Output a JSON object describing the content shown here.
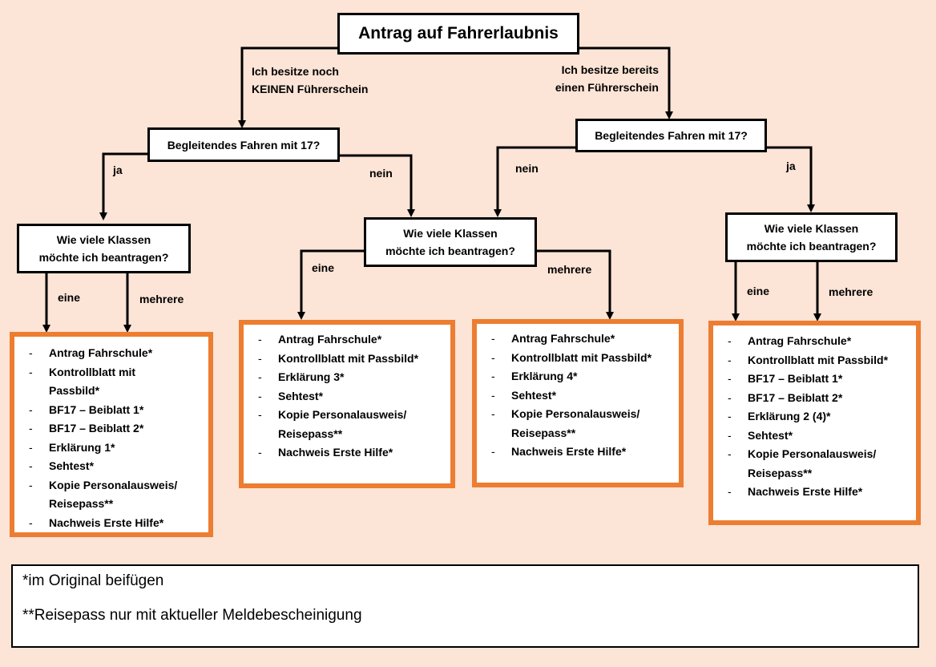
{
  "title": "Antrag auf Fahrerlaubnis",
  "branches": {
    "no_license": "Ich besitze noch KEINEN Führerschein",
    "no_license_lines": [
      "Ich besitze noch",
      "KEINEN Führerschein"
    ],
    "has_license_lines": [
      "Ich besitze bereits",
      "einen Führerschein"
    ]
  },
  "questions": {
    "bf17": "Begleitendes Fahren mit 17?",
    "classes_line1": "Wie viele Klassen",
    "classes_line2": "möchte ich beantragen?"
  },
  "edge_labels": {
    "ja": "ja",
    "nein": "nein",
    "eine": "eine",
    "mehrere": "mehrere"
  },
  "document_lists": [
    {
      "id": "no-license-bf17",
      "items": [
        "Antrag Fahrschule*",
        "Kontrollblatt mit",
        "Passbild*",
        "BF17 – Beiblatt 1*",
        "BF17 – Beiblatt 2*",
        "Erklärung 1*",
        "Sehtest*",
        "Kopie Personalausweis/",
        "Reisepass**",
        "Nachweis Erste Hilfe*"
      ]
    },
    {
      "id": "no-bf17-one-class",
      "items": [
        "Antrag Fahrschule*",
        "Kontrollblatt mit Passbild*",
        "Erklärung 3*",
        "Sehtest*",
        "Kopie Personalausweis/",
        "Reisepass**",
        "Nachweis Erste Hilfe*"
      ]
    },
    {
      "id": "no-bf17-multiple-classes",
      "items": [
        "Antrag Fahrschule*",
        "Kontrollblatt mit Passbild*",
        "Erklärung 4*",
        "Sehtest*",
        "Kopie Personalausweis/",
        "Reisepass**",
        "Nachweis Erste Hilfe*"
      ]
    },
    {
      "id": "has-license-bf17",
      "items": [
        "Antrag Fahrschule*",
        "Kontrollblatt mit Passbild*",
        "BF17 – Beiblatt 1*",
        "BF17 – Beiblatt 2*",
        "Erklärung 2 (4)*",
        "Sehtest*",
        "Kopie Personalausweis/",
        "Reisepass**",
        "Nachweis Erste Hilfe*"
      ]
    }
  ],
  "legend": {
    "single_star": "*im Original beifügen",
    "double_star": "**Reisepass nur mit aktueller Meldebescheinigung"
  },
  "colors": {
    "background": "#fce4d6",
    "doc_border": "#ed7d31",
    "line": "#000000"
  }
}
